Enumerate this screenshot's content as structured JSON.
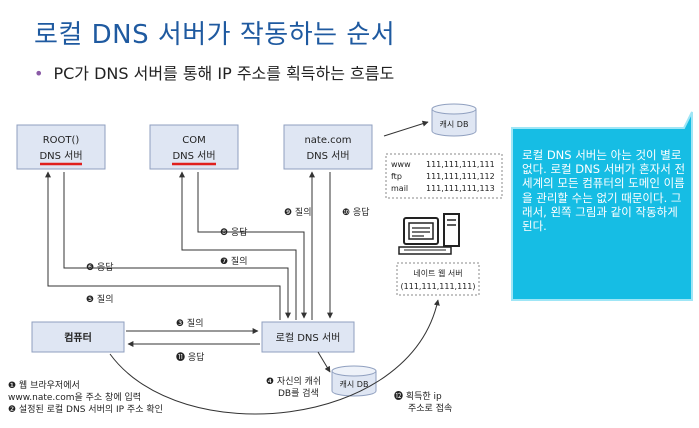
{
  "title": "로컬 DNS 서버가 작동하는 순서",
  "subtitle": "PC가 DNS 서버를 통해 IP 주소를 획득하는 흐름도",
  "nodes": {
    "root": {
      "line1": "ROOT()",
      "line2": "DNS 서버"
    },
    "com": {
      "line1": "COM",
      "line2": "DNS 서버"
    },
    "nate": {
      "line1": "nate.com",
      "line2": "DNS 서버"
    },
    "cache_db_top": "캐시 DB",
    "local_dns": "로컬 DNS 서버",
    "computer": "컴퓨터",
    "cache_db_bottom": "캐시 DB",
    "web_server": {
      "line1": "네이트 웹 서버",
      "line2": "(111,111,111,111)"
    }
  },
  "dns_table": [
    {
      "name": "www",
      "ip": "111,111,111,111"
    },
    {
      "name": "ftp",
      "ip": "111,111,111,112"
    },
    {
      "name": "mail",
      "ip": "111,111,111,113"
    }
  ],
  "steps": {
    "s3": "❸ 질의",
    "s4_line1": "❹ 자신의 캐쉬",
    "s4_line2": "DB를 검색",
    "s5": "❺ 질의",
    "s6": "❻ 응답",
    "s7": "❼ 질의",
    "s8": "❽ 응답",
    "s9": "❾ 질의",
    "s10": "❿ 응답",
    "s11": "⓫ 응답",
    "s12_line1": "⓬ 획득한 ip",
    "s12_line2": "주소로 접속"
  },
  "notes": {
    "n1_line1": "❶ 웹 브라우저에서",
    "n1_line2": "www.nate.com을 주소 창에 입력",
    "n2": "❷ 설정된 로컬 DNS 서버의 IP 주소 확인"
  },
  "callout": "로컬 DNS 서버는 아는 것이 별로 없다. 로컬 DNS 서버가 혼자서 전 세계의 모든 컴퓨터의 도메인 이름을 관리할 수는 없기 때문이다. 그래서, 왼쪽 그림과 같이 작동하게 된다.",
  "colors": {
    "title": "#1f5aa0",
    "box_fill": "#dfe6f3",
    "box_border": "#8f9fbf",
    "underline": "#e0201e",
    "callout": "#16bde4"
  }
}
